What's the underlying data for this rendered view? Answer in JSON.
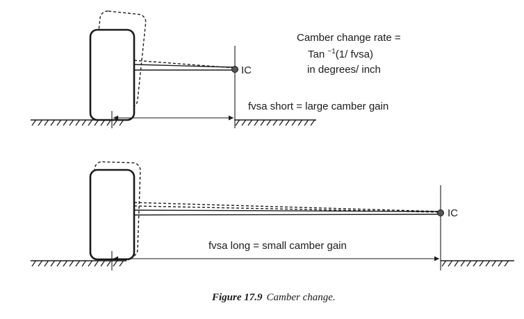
{
  "diagram": {
    "top": {
      "ic_label": "IC",
      "formula_line1": "Camber change rate =",
      "formula_line2_prefix": "Tan ",
      "formula_line2_sup": "−1",
      "formula_line2_suffix": "(1/ fvsa)",
      "formula_line3": "in degrees/ inch",
      "caption": "fvsa short = large camber gain"
    },
    "bottom": {
      "ic_label": "IC",
      "caption": "fvsa long = small camber gain"
    }
  },
  "figure": {
    "number": "Figure 17.9",
    "title": "Camber change."
  }
}
